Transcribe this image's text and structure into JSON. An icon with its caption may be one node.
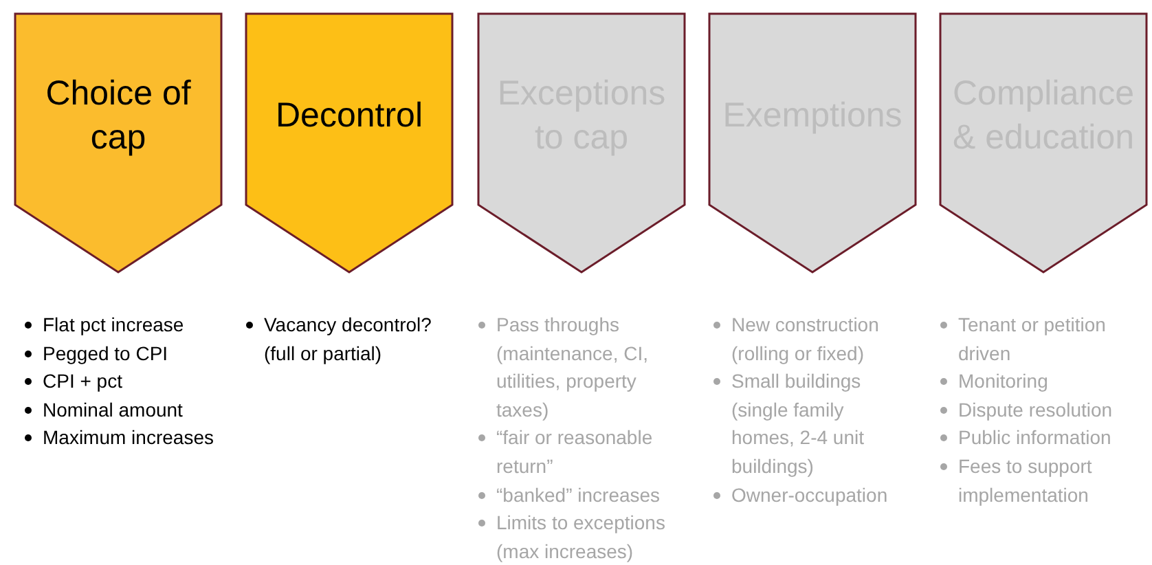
{
  "diagram": {
    "nodes": [
      {
        "text": [
          "Choice of cap"
        ],
        "beside": [
          "Flat pct increase",
          "Pegged to CPI",
          "CPI + pct",
          "Nominal amount",
          "Maximum increases"
        ]
      },
      {
        "text": [
          "Decontrol"
        ],
        "beside": [
          "Vacancy decontrol? (full or partial)"
        ]
      },
      {
        "text": [
          "Exceptions to cap"
        ],
        "beside": [
          "Pass throughs (maintenance, CI, utilities, property taxes)",
          "“fair or reasonable return”",
          "“banked” increases",
          "Limits to exceptions (max increases)"
        ]
      },
      {
        "text": [
          "Exemptions"
        ],
        "beside": [
          "New construction (rolling or fixed)",
          "Small buildings (single family homes, 2-4 unit buildings)",
          "Owner-occupation"
        ]
      },
      {
        "text": [
          "Compliance & education"
        ],
        "beside": [
          "Tenant or petition driven",
          "Monitoring",
          "Dispute resolution",
          "Public information",
          "Fees to support implementation"
        ]
      }
    ]
  }
}
